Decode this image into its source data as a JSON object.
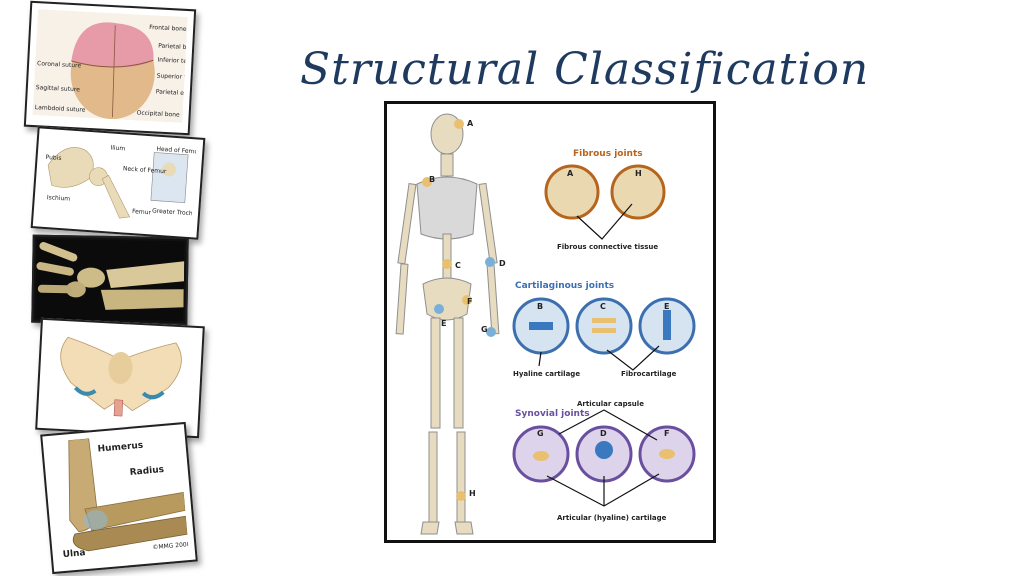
{
  "slide": {
    "title": "Structural Classification"
  },
  "thumbnails": {
    "skull": {
      "labels": [
        "Frontal bone",
        "Parietal bone",
        "Inferior temporal line",
        "Superior temporal line",
        "Parietal eminence",
        "Occipital bone",
        "Coronal suture",
        "Sagittal suture",
        "Lambdoid suture"
      ]
    },
    "hip": {
      "labels": [
        "Ilium",
        "Pubis",
        "Head of Femur",
        "Neck of Femur",
        "Ischium",
        "Femur",
        "Greater Trochanter"
      ]
    },
    "elbow": {
      "labels": [
        "Humerus",
        "Radius",
        "Ulna"
      ],
      "credit": "©MMG 2000"
    }
  },
  "poster": {
    "letters": [
      "A",
      "B",
      "C",
      "D",
      "E",
      "F",
      "G",
      "H"
    ],
    "fibrous": {
      "heading": "Fibrous joints",
      "circles": [
        "A",
        "H"
      ],
      "caption": "Fibrous connective tissue"
    },
    "cartilaginous": {
      "heading": "Cartilaginous joints",
      "circles": [
        "B",
        "C",
        "E"
      ],
      "caption1": "Hyaline cartilage",
      "caption2": "Fibrocartilage"
    },
    "synovial": {
      "heading": "Synovial joints",
      "circles": [
        "G",
        "D",
        "F"
      ],
      "caption_top": "Articular capsule",
      "caption_bottom": "Articular (hyaline) cartilage"
    }
  },
  "colors": {
    "title": "#1f3a5f",
    "fibrous": "#b5651d",
    "cartilaginous": "#3c6fb0",
    "synovial": "#6a4fa0",
    "bone": "#e8dcc0"
  }
}
